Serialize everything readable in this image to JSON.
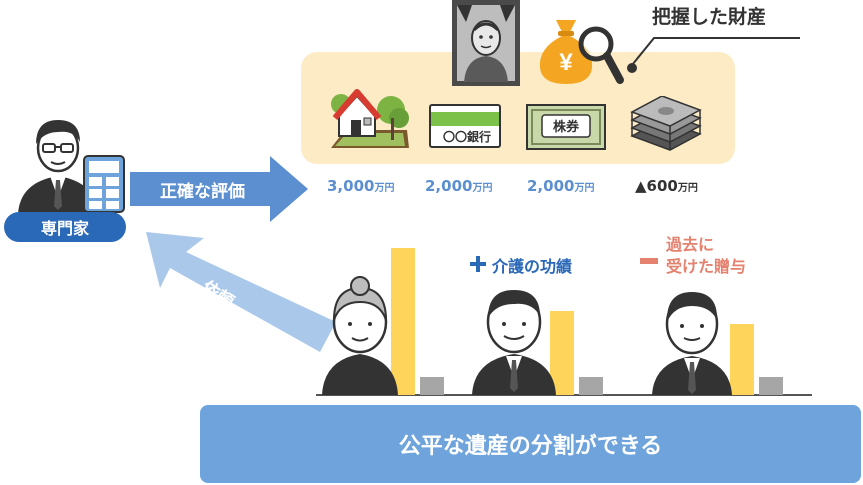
{
  "assets": {
    "label": "把握した財産",
    "items": [
      {
        "icon": "house-icon",
        "amount": "3,000",
        "unit": "万円"
      },
      {
        "icon": "bankbook-icon",
        "card_text": "〇〇銀行",
        "amount": "2,000",
        "unit": "万円"
      },
      {
        "icon": "stock-certificate-icon",
        "card_text": "株券",
        "amount": "2,000",
        "unit": "万円"
      },
      {
        "icon": "cash-stack-icon",
        "amount": "▲600",
        "unit": "万円"
      }
    ],
    "money_bag_symbol": "¥"
  },
  "expert": {
    "badge": "専門家",
    "evaluation_label": "正確な評価",
    "request_label": "依頼"
  },
  "heirs": {
    "care_contribution_label": "介護の功績",
    "past_gift_label_line1": "過去に",
    "past_gift_label_line2": "受けた贈与"
  },
  "result": {
    "text": "公平な遺産の分割ができる"
  },
  "colors": {
    "accent_blue": "#2a68b8",
    "light_blue": "#6ea3dc",
    "panel_cream": "#fcebc4",
    "bar_yellow": "#ffd45b",
    "bar_gray": "#a6a6a6",
    "minus_red": "#e5816f"
  }
}
